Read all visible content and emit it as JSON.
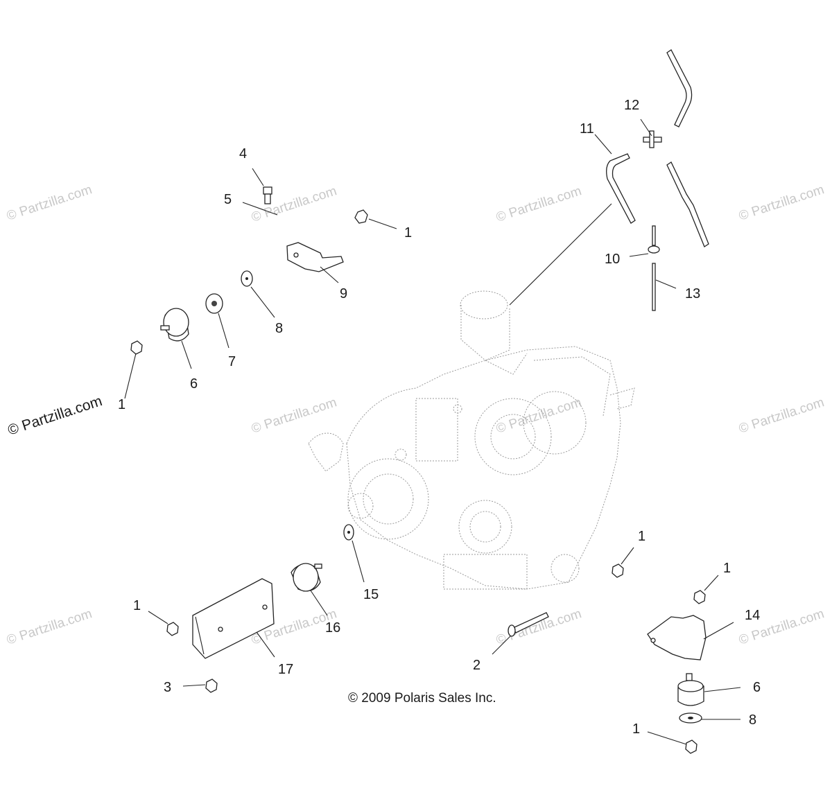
{
  "diagram": {
    "copyright": "© 2009 Polaris Sales Inc.",
    "watermark": "© Partzilla.com",
    "callouts": [
      {
        "id": "c1a",
        "label": "1"
      },
      {
        "id": "c1b",
        "label": "1"
      },
      {
        "id": "c1c",
        "label": "1"
      },
      {
        "id": "c1d",
        "label": "1"
      },
      {
        "id": "c1e",
        "label": "1"
      },
      {
        "id": "c1f",
        "label": "1"
      },
      {
        "id": "c2",
        "label": "2"
      },
      {
        "id": "c3",
        "label": "3"
      },
      {
        "id": "c4",
        "label": "4"
      },
      {
        "id": "c5",
        "label": "5"
      },
      {
        "id": "c6a",
        "label": "6"
      },
      {
        "id": "c6b",
        "label": "6"
      },
      {
        "id": "c7",
        "label": "7"
      },
      {
        "id": "c8a",
        "label": "8"
      },
      {
        "id": "c8b",
        "label": "8"
      },
      {
        "id": "c9",
        "label": "9"
      },
      {
        "id": "c10",
        "label": "10"
      },
      {
        "id": "c11",
        "label": "11"
      },
      {
        "id": "c12",
        "label": "12"
      },
      {
        "id": "c13",
        "label": "13"
      },
      {
        "id": "c14",
        "label": "14"
      },
      {
        "id": "c15",
        "label": "15"
      },
      {
        "id": "c16",
        "label": "16"
      },
      {
        "id": "c17",
        "label": "17"
      }
    ]
  }
}
